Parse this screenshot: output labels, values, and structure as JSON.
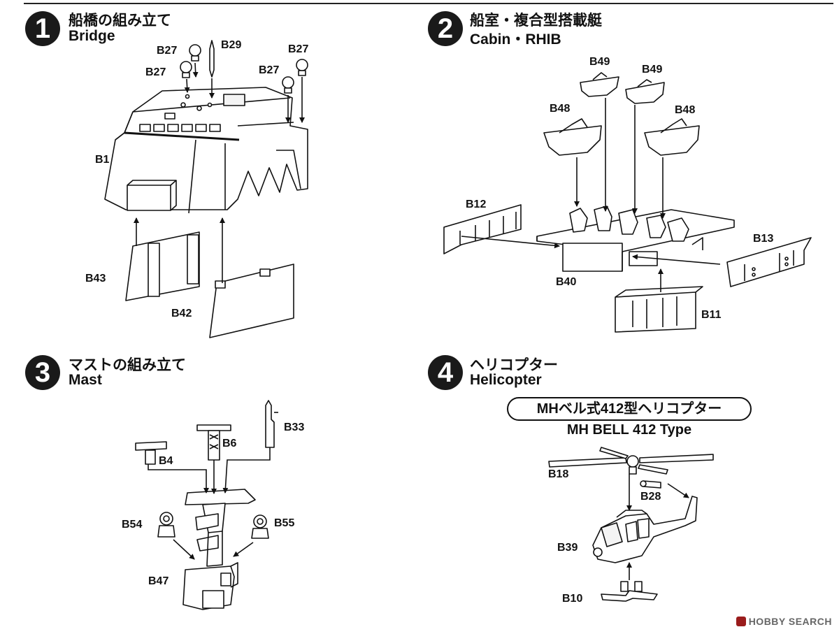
{
  "steps": [
    {
      "num": "1",
      "title_jp": "船橋の組み立て",
      "title_en": "Bridge"
    },
    {
      "num": "2",
      "title_jp": "船室・複合型搭載艇",
      "title_en": "Cabin・RHIB"
    },
    {
      "num": "3",
      "title_jp": "マストの組み立て",
      "title_en": "Mast"
    },
    {
      "num": "4",
      "title_jp": "ヘリコプター",
      "title_en": "Helicopter"
    }
  ],
  "parts": {
    "b27_1": "B27",
    "b27_2": "B27",
    "b27_3": "B27",
    "b27_4": "B27",
    "b29": "B29",
    "b1": "B1",
    "b43": "B43",
    "b42": "B42",
    "b49_1": "B49",
    "b49_2": "B49",
    "b48_1": "B48",
    "b48_2": "B48",
    "b12": "B12",
    "b13": "B13",
    "b40": "B40",
    "b11": "B11",
    "b33": "B33",
    "b6": "B6",
    "b4": "B4",
    "b54": "B54",
    "b55": "B55",
    "b47": "B47",
    "b18": "B18",
    "b28": "B28",
    "b39": "B39",
    "b10": "B10"
  },
  "helicopter": {
    "type_jp": "MHベル式412型ヘリコプター",
    "type_en": "MH BELL 412 Type"
  },
  "watermark": "HOBBY SEARCH"
}
